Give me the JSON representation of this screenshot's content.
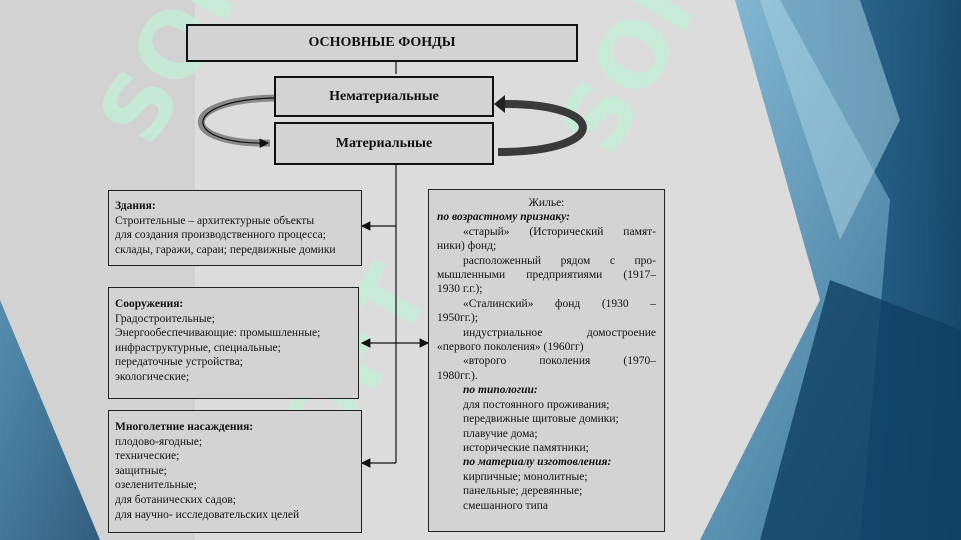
{
  "slide": {
    "title": "ОСНОВНЫЕ ФОНДЫ",
    "category_intangible": "Нематериальные",
    "category_tangible": "Материальные",
    "watermark_text": "SOFT",
    "colors": {
      "slide_bg": "#dcdcdc",
      "box_fill": "#d3d3d3",
      "border": "#222222",
      "accent_blue": "#1f5f86",
      "watermark": "#c4ecd9"
    },
    "buildings": {
      "heading": "Здания:",
      "lines": [
        "Строительные – архитектурные объекты",
        "для создания производственного процесса;",
        "склады, гаражи, сараи; передвижные домики"
      ]
    },
    "structures": {
      "heading": "Сооружения:",
      "lines": [
        "Градостроительные;",
        "Энергообеспечивающие: промышленные;",
        "инфраструктурные, специальные;",
        "передаточные устройства;",
        "экологические;"
      ]
    },
    "plantings": {
      "heading": "Многолетние насаждения:",
      "lines": [
        "плодово-ягодные;",
        "технические;",
        "защитные;",
        "озеленительные;",
        "для ботанических садов;",
        "для научно- исследовательских целей"
      ]
    },
    "housing": {
      "heading": "Жилье:",
      "age_heading": "по возрастному признаку:",
      "age_lines": [
        "«старый» (Исторический памят-",
        "ники) фонд;",
        "расположенный рядом с про-",
        "мышленными предприятиями (1917–",
        "1930 г.г.);",
        "«Сталинский» фонд (1930 –",
        "1950гг.);",
        "индустриальное домостроение",
        "«первого поколения» (1960гг)",
        "«второго поколения (1970–",
        "1980гг.)."
      ],
      "typology_heading": "по типологии:",
      "typology_lines": [
        "для постоянного проживания;",
        "передвижные щитовые домики;",
        "плавучие дома;",
        "исторические памятники;"
      ],
      "material_heading": "по материалу изготовления:",
      "material_lines": [
        "кирпичные; монолитные;",
        "панельные; деревянные;",
        "смешанного типа"
      ]
    }
  }
}
